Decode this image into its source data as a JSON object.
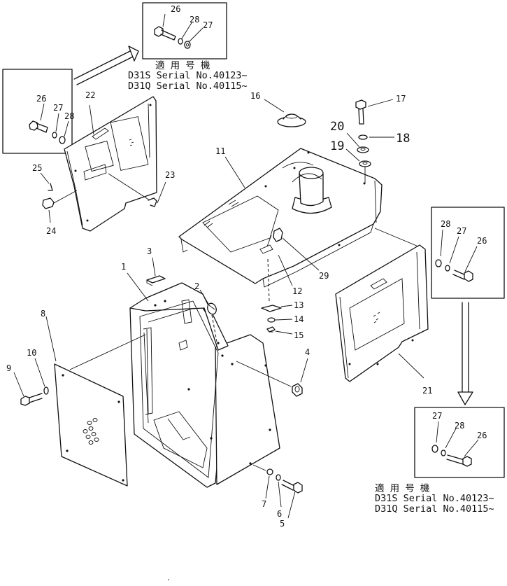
{
  "labels": {
    "p1": "1",
    "p2": "2",
    "p3": "3",
    "p4": "4",
    "p5": "5",
    "p6": "6",
    "p7": "7",
    "p8": "8",
    "p9": "9",
    "p10": "10",
    "p11": "11",
    "p12": "12",
    "p13": "13",
    "p14": "14",
    "p15": "15",
    "p16": "16",
    "p17": "17",
    "p18": "18",
    "p19": "19",
    "p20": "20",
    "p21": "21",
    "p22": "22",
    "p23": "23",
    "p24": "24",
    "p25": "25",
    "p26": "26",
    "p27": "27",
    "p28": "28",
    "p29": "29"
  },
  "serial_top": {
    "heading": "適 用 号 機",
    "line1": "D31S Serial  No.40123~",
    "line2": "D31Q Serial  No.40115~"
  },
  "serial_bottom": {
    "heading": "適 用 号 機",
    "line1": "D31S Serial  No.40123~",
    "line2": "D31Q Serial  No.40115~"
  }
}
